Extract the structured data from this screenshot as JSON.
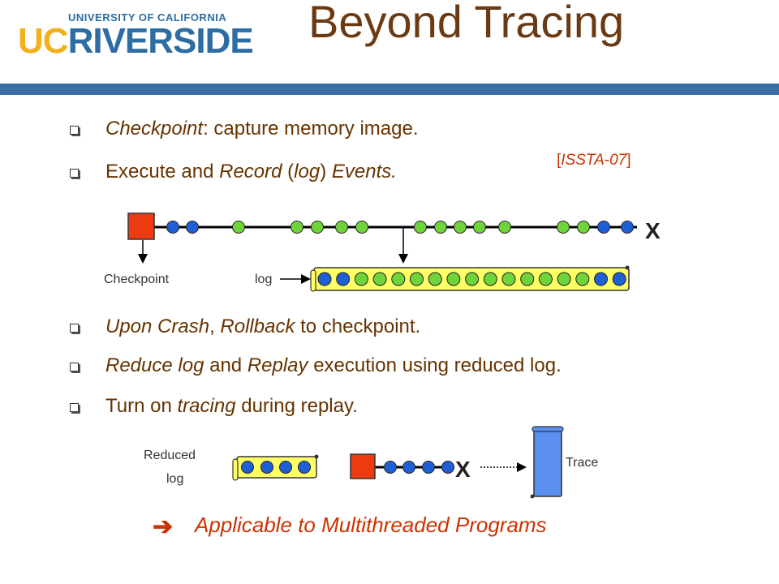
{
  "logo": {
    "top_line": "UNIVERSITY OF CALIFORNIA",
    "uc": "UC",
    "name": "RIVERSIDE"
  },
  "slide_title": "Beyond Tracing",
  "citation": "[ISSTA-07]",
  "bullets": [
    {
      "i": "Checkpoint",
      "rest": ": capture memory image."
    },
    {
      "a": "Execute and ",
      "b": "Record",
      "c": " (",
      "d": "log",
      "e": ") ",
      "f": "Events."
    },
    {
      "a": "Upon Crash",
      "b": ", ",
      "c": "Rollback",
      "d": " to checkpoint."
    },
    {
      "a": "Reduce log",
      "b": " and ",
      "c": "Replay",
      "d": " execution  using reduced log."
    },
    {
      "a": "Turn on ",
      "b": "tracing",
      "c": " during replay."
    }
  ],
  "diagram1": {
    "checkpoint_label": "Checkpoint",
    "log_label": "log",
    "crash_mark": "X",
    "timeline_events": [
      "blue",
      "blue",
      "green",
      "green",
      "green",
      "green",
      "green",
      "green",
      "green",
      "green",
      "green",
      "green",
      "green",
      "green",
      "blue",
      "blue"
    ],
    "log_events": [
      "blue",
      "blue",
      "green",
      "green",
      "green",
      "green",
      "green",
      "green",
      "green",
      "green",
      "green",
      "green",
      "green",
      "green",
      "green",
      "blue",
      "blue"
    ]
  },
  "diagram2": {
    "reduced_label_1": "Reduced",
    "reduced_label_2": "log",
    "trace_label": "Trace",
    "crash_mark": "X",
    "reduced_events": [
      "blue",
      "blue",
      "blue",
      "blue"
    ],
    "replay_events": [
      "blue",
      "blue",
      "blue",
      "blue"
    ]
  },
  "conclusion": {
    "arrow": "➔",
    "text": "Applicable to Multithreaded Programs"
  },
  "colors": {
    "blue": "#1f5fd6",
    "green": "#6fd33a",
    "red": "#ee3a10",
    "scroll": "#ffff66",
    "trace": "#5b8ff0",
    "title": "#6b3a12",
    "accent": "#cc3300"
  }
}
